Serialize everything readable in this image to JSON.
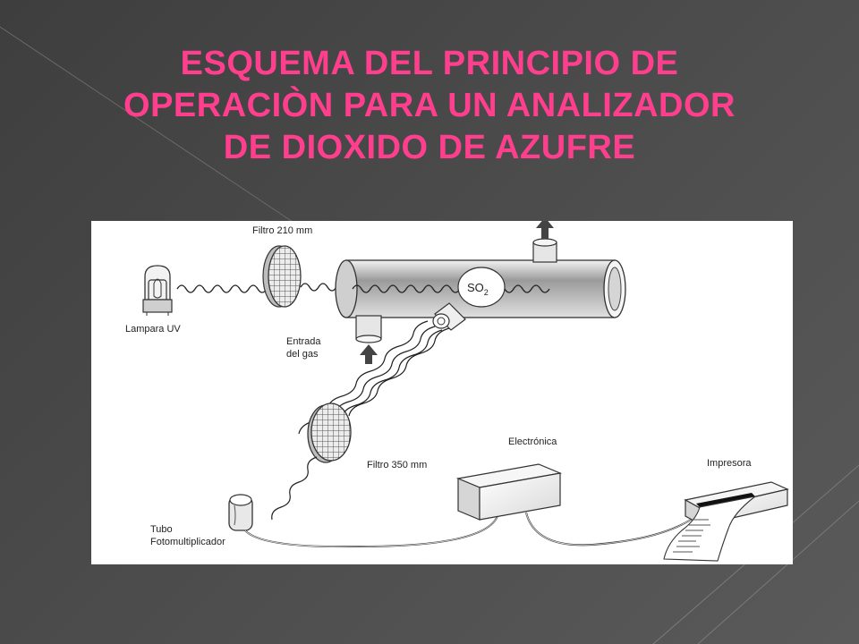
{
  "slide": {
    "title_lines": [
      "ESQUEMA DEL PRINCIPIO DE",
      "OPERACIÒN PARA UN ANALIZADOR",
      "DE DIOXIDO DE AZUFRE"
    ],
    "title_color": "#ff3f8e"
  },
  "diagram": {
    "labels": {
      "filter_210": "Filtro 210 mm",
      "uv_lamp": "Lampara UV",
      "gas_inlet_1": "Entrada",
      "gas_inlet_2": "del gas",
      "so2": "SO",
      "so2_sub": "2",
      "filter_350": "Filtro 350 mm",
      "electronics": "Electrónica",
      "printer": "Impresora",
      "pmt_1": "Tubo",
      "pmt_2": "Fotomultiplicador"
    }
  }
}
